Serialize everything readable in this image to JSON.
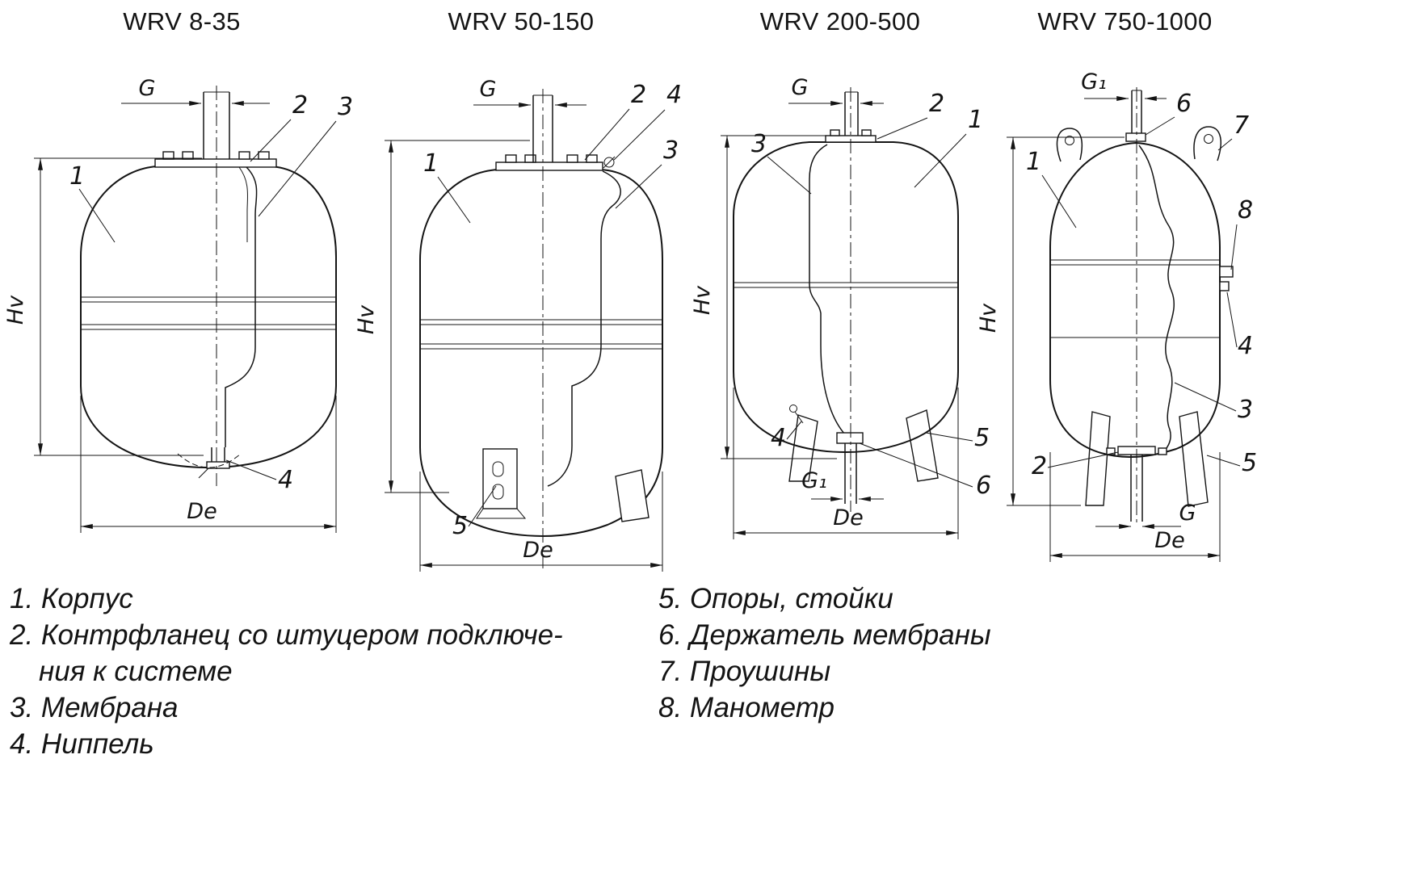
{
  "ink": "#141414",
  "titles": [
    "WRV 8-35",
    "WRV 50-150",
    "WRV 200-500",
    "WRV 750-1000"
  ],
  "dims": {
    "g": "G",
    "g1": "G₁",
    "hv": "Hv",
    "de": "De"
  },
  "callouts": {
    "t1": [
      "1",
      "2",
      "3",
      "4"
    ],
    "t2": [
      "1",
      "2",
      "3",
      "4",
      "5"
    ],
    "t3": [
      "1",
      "2",
      "3",
      "4",
      "5",
      "6"
    ],
    "t4": [
      "1",
      "2",
      "3",
      "4",
      "5",
      "6",
      "7",
      "8"
    ]
  },
  "legend": {
    "left": [
      "1. Корпус",
      "2. Контрфланец со штуцером подключе-",
      "ния к системе",
      "3. Мембрана",
      "4. Ниппель"
    ],
    "right": [
      "5. Опоры, стойки",
      "6. Держатель мембраны",
      "7. Проушины",
      "8. Манометр"
    ]
  }
}
